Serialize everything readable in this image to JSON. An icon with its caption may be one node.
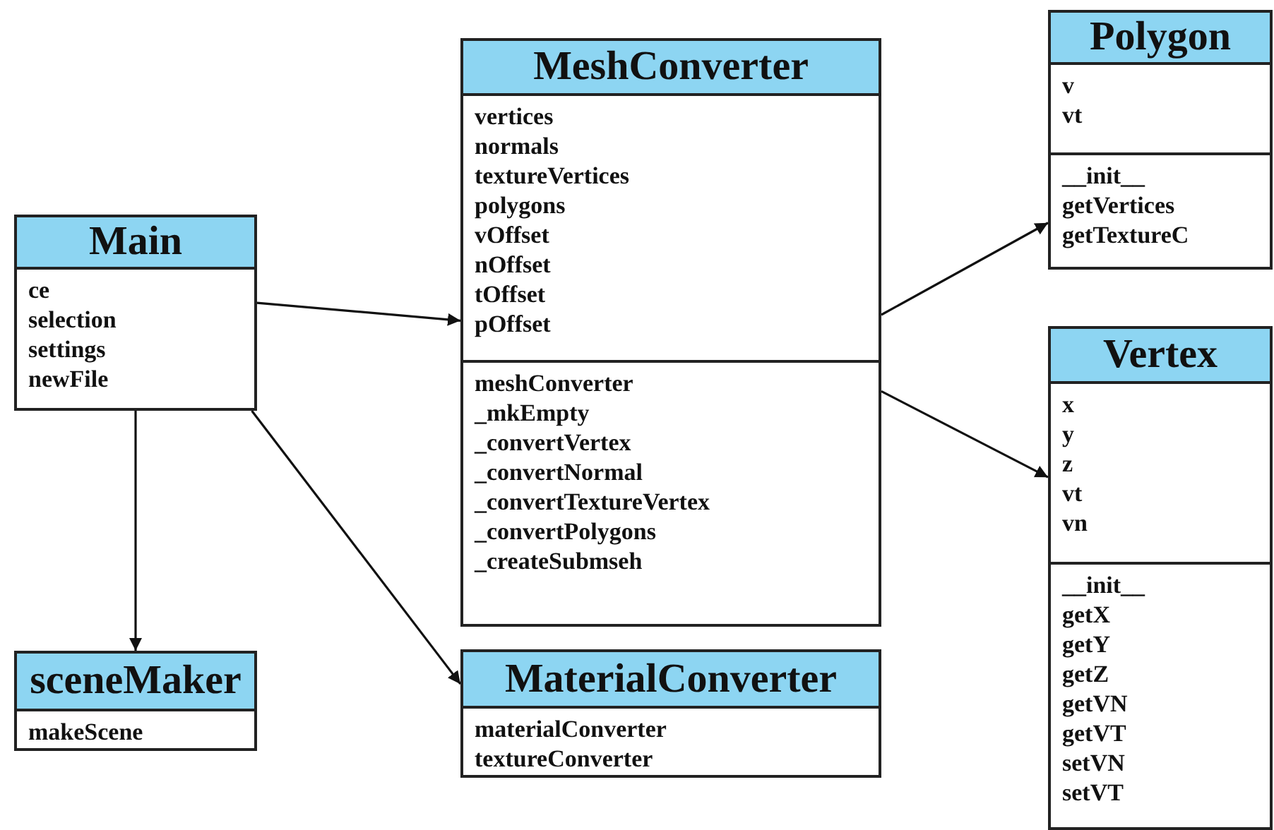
{
  "diagram": {
    "nodes": [
      {
        "text": [
          "Main"
        ]
      },
      {
        "text": [
          "ce",
          "selection",
          "settings",
          "newFile"
        ],
        "in": 0
      },
      {
        "text": [
          "MeshConverter"
        ]
      },
      {
        "text": [
          "vertices",
          "normals",
          "textureVertices",
          "polygons",
          "vOffset",
          "nOffset",
          "tOffset",
          "pOffset"
        ],
        "in": 2
      },
      {
        "text": [
          "meshConverter",
          "_mkEmpty",
          "_convertVertex",
          "_convertNormal",
          "_convertTextureVertex",
          "_convertPolygons",
          "_createSubmseh"
        ],
        "in": 2
      },
      {
        "text": [
          "Polygon"
        ]
      },
      {
        "text": [
          "v",
          "vt"
        ],
        "in": 5
      },
      {
        "text": [
          "__init__",
          "getVertices",
          "getTextureC"
        ],
        "in": 5
      },
      {
        "text": [
          "Vertex"
        ]
      },
      {
        "text": [
          "x",
          "y",
          "z",
          "vt",
          "vn"
        ],
        "in": 8
      },
      {
        "text": [
          "__init__",
          "getX",
          "getY",
          "getZ",
          "getVN",
          "getVT",
          "setVN",
          "setVT"
        ],
        "in": 8
      },
      {
        "text": [
          "sceneMaker"
        ]
      },
      {
        "text": [
          "makeScene"
        ],
        "in": 11
      },
      {
        "text": [
          "MaterialConverter"
        ]
      },
      {
        "text": [
          "materialConverter",
          "textureConverter"
        ],
        "in": 13
      }
    ],
    "edges": [
      {
        "from": 0,
        "to": 2,
        "arrow": "to"
      },
      {
        "from": 2,
        "to": 5,
        "arrow": "to"
      },
      {
        "from": 2,
        "to": 8,
        "arrow": "to"
      },
      {
        "from": 0,
        "to": 11,
        "arrow": "to"
      },
      {
        "from": 0,
        "to": 13,
        "arrow": "to"
      }
    ]
  }
}
